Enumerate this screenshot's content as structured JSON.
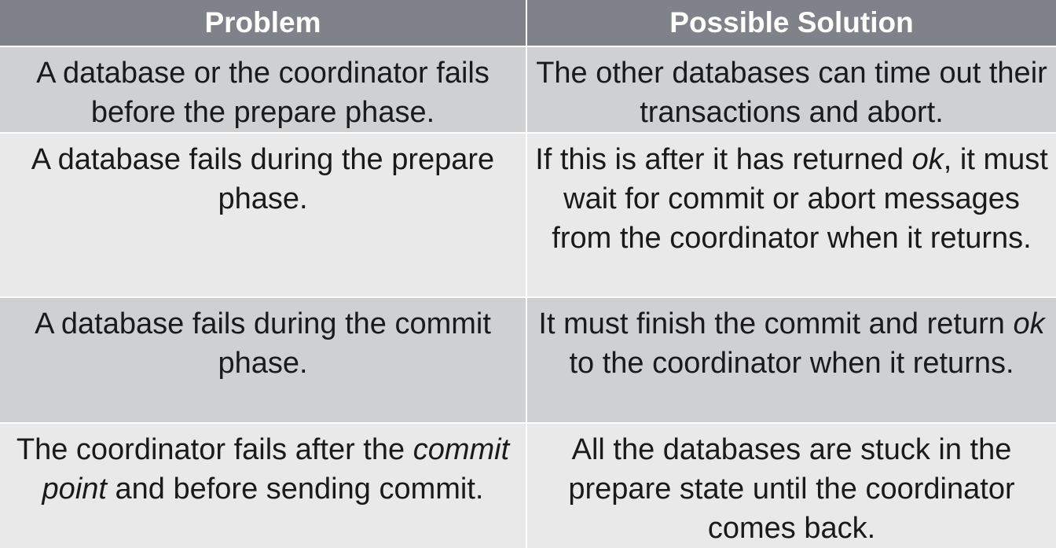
{
  "table": {
    "headers": [
      "Problem",
      "Possible Solution"
    ],
    "rows": [
      {
        "problem": "A database or the coordinator fails before the prepare phase.",
        "solution": "The other databases can time out their transactions and abort."
      },
      {
        "problem": "A database fails during the prepare phase.",
        "solution_before": "If this is after it has returned ",
        "solution_em": "ok",
        "solution_after": ", it must wait for commit or abort messages from the coordinator when it returns."
      },
      {
        "problem": "A database fails during the commit phase.",
        "solution_before": "It must finish the commit and return ",
        "solution_em": "ok",
        "solution_after": " to the coordinator when it returns."
      },
      {
        "problem_before": "The coordinator fails after the ",
        "problem_em": "commit point",
        "problem_after": " and before sending commit.",
        "solution": "All the databases are stuck in the prepare state until the coordinator comes back."
      }
    ]
  },
  "colors": {
    "header_bg": "#7f8289",
    "row_dark": "#cfd0d2",
    "row_light": "#e9e9ea",
    "text": "#1a1a1a"
  }
}
